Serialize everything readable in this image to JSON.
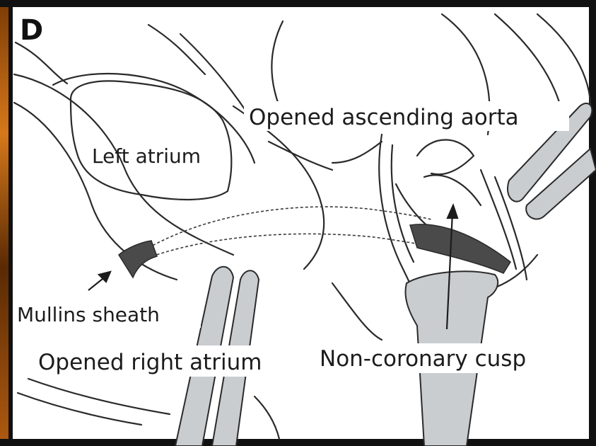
{
  "panel": {
    "letter": "D"
  },
  "labels": {
    "opened_ascending_aorta": "Opened ascending aorta",
    "left_atrium": "Left atrium",
    "mullins_sheath": "Mullins sheath",
    "opened_right_atrium": "Opened right atrium",
    "non_coronary_cusp": "Non-coronary cusp"
  },
  "colors": {
    "line": "#2a2a2a",
    "instrument_fill": "#c9cdd0",
    "sheath_fill": "#4a4a4a",
    "frame": "#111111",
    "left_edge_accent": "#c86a10"
  }
}
